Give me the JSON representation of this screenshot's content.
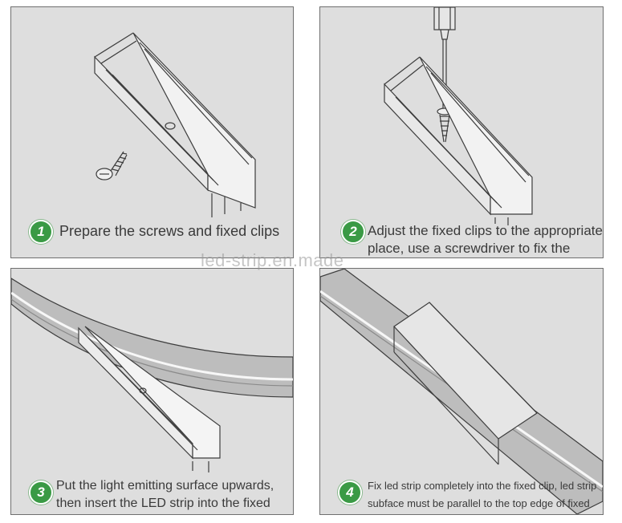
{
  "steps": [
    {
      "number": "1",
      "lines": [
        "Prepare the screws and fixed clips"
      ]
    },
    {
      "number": "2",
      "lines": [
        "Adjust the fixed clips to the appropriate",
        "place, use a screwdriver to fix the screw."
      ]
    },
    {
      "number": "3",
      "lines": [
        "Put the light emitting surface upwards,",
        "then insert the LED strip into the fixed clips"
      ]
    },
    {
      "number": "4",
      "lines": [
        "Fix led strip completely into the fixed clip, led strip",
        "subface must be parallel to the top edge of fixed clip"
      ]
    }
  ],
  "watermark": "led-strip.en.made",
  "colors": {
    "panel": "#dedede",
    "badge": "#3a9a45",
    "line": "#3d3d3d"
  }
}
